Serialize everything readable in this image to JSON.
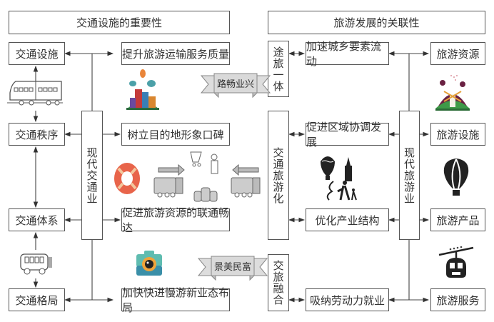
{
  "left_panel": {
    "header": "交通设施的重要性",
    "center_label": "现代交通业",
    "left_column": [
      "交通设施",
      "交通秩序",
      "交通体系",
      "交通格局"
    ],
    "right_column": [
      "提升旅游运输服务质量",
      "树立目的地形象口碑",
      "促进旅游资源的联通畅达",
      "加快快进慢游新业态布局"
    ],
    "icons": [
      "train-icon",
      "bus-icon",
      "city-icon",
      "lifebuoy-icon",
      "logistics-icon",
      "camera-icon"
    ]
  },
  "ribbons": [
    "路畅业兴",
    "景美民富"
  ],
  "right_panel": {
    "header": "旅游发展的关联性",
    "center_label": "现代旅游业",
    "left_vertical": [
      "途旅一体",
      "交通旅游化",
      "交旅融合"
    ],
    "middle_column": [
      "加速城乡要素流动",
      "促进区域协调发展",
      "优化产业结构",
      "吸纳劳动力就业"
    ],
    "right_column": [
      "旅游资源",
      "旅游设施",
      "旅游产品",
      "旅游服务"
    ],
    "icons": [
      "windmill-landscape-icon",
      "tourism-pictogram-icon",
      "hot-air-balloon-icon",
      "cable-car-icon"
    ]
  },
  "colors": {
    "line": "#444444",
    "border": "#555555",
    "ribbon_fill": "#d9d9d9",
    "lifebuoy": "#e8644a",
    "camera_teal": "#3a8fa8"
  }
}
